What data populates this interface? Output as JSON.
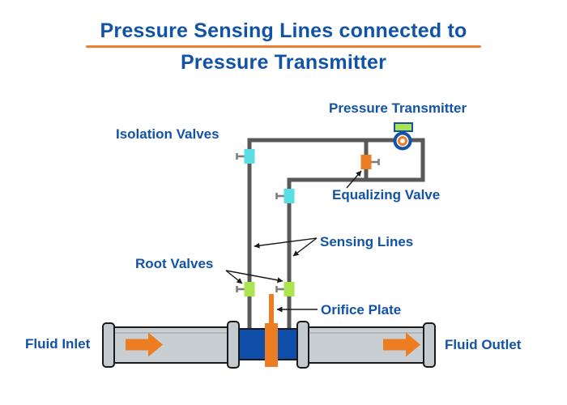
{
  "title": {
    "line1": "Pressure Sensing Lines connected to",
    "line2": "Pressure Transmitter"
  },
  "labels": {
    "pressure_transmitter": "Pressure Transmitter",
    "isolation_valves": "Isolation Valves",
    "equalizing_valve": "Equalizing Valve",
    "sensing_lines": "Sensing Lines",
    "root_valves": "Root Valves",
    "orifice_plate": "Orifice Plate",
    "fluid_inlet": "Fluid Inlet",
    "fluid_outlet": "Fluid Outlet"
  },
  "colors": {
    "title_blue": "#1253A6",
    "accent_orange": "#ED7D22",
    "underline_orange": "#ED7D31",
    "pipe_gray": "#595959",
    "stem_gray": "#7F7F7F",
    "isolation_valve_cyan": "#58DEE3",
    "root_valve_green": "#ABE44F",
    "transmitter_green": "#ABE44F",
    "orifice_blue": "#0E4DA8",
    "pipe_body_gray": "#C9CED3",
    "flange_gray": "#C4CBD0",
    "outline_black": "#1A1A1A"
  }
}
